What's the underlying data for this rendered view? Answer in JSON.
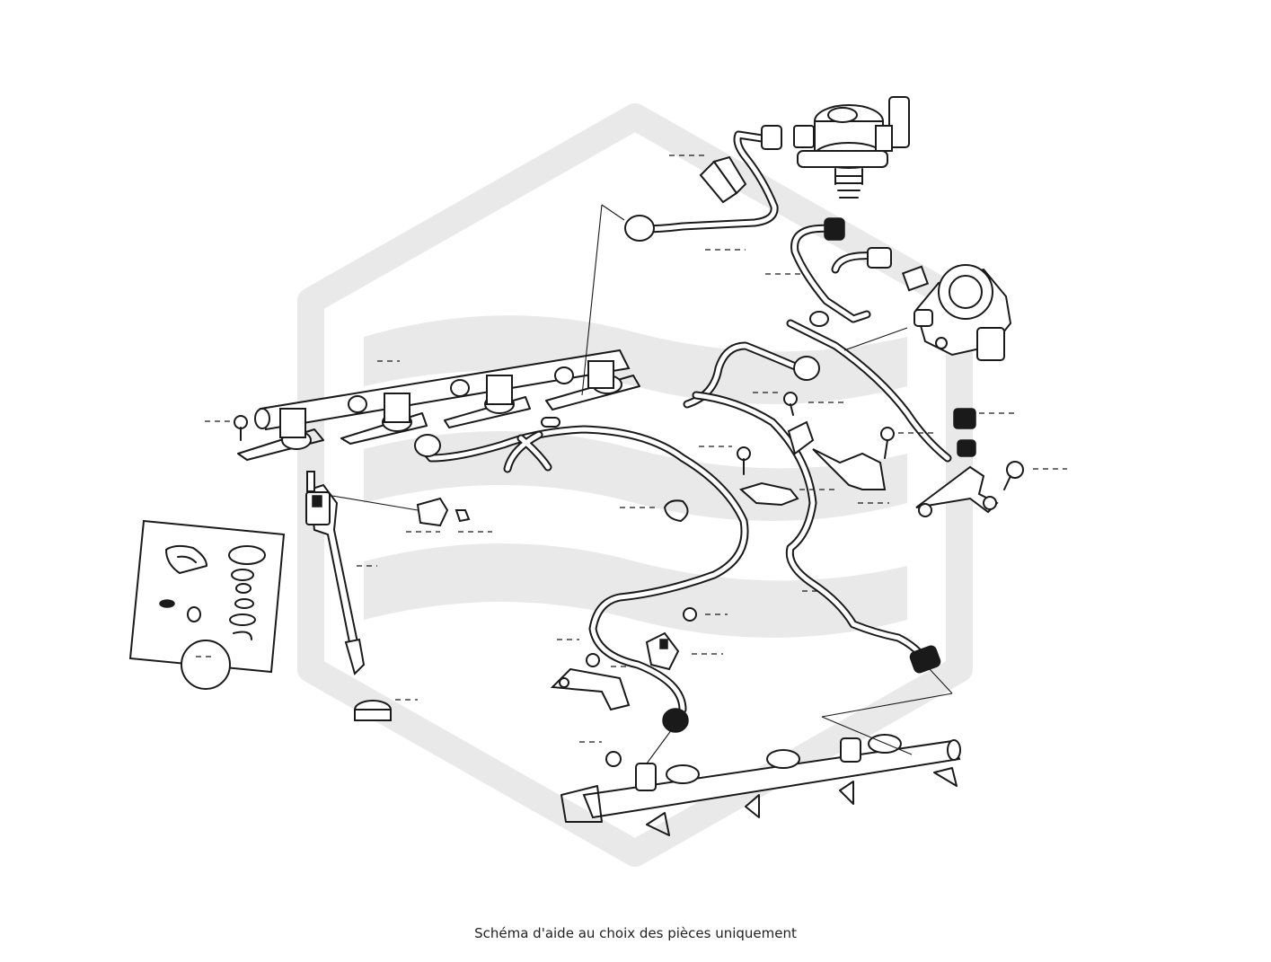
{
  "caption": "Schéma d'aide au choix des pièces uniquement",
  "colors": {
    "line": "#1a1a1a",
    "watermark": "#e9e9e9",
    "background": "#ffffff"
  },
  "icons": [
    "watermark-logo",
    "high-pressure-pump",
    "fuel-rail",
    "injector",
    "seal-kit",
    "fuel-line",
    "bracket",
    "bolt",
    "clamp"
  ]
}
